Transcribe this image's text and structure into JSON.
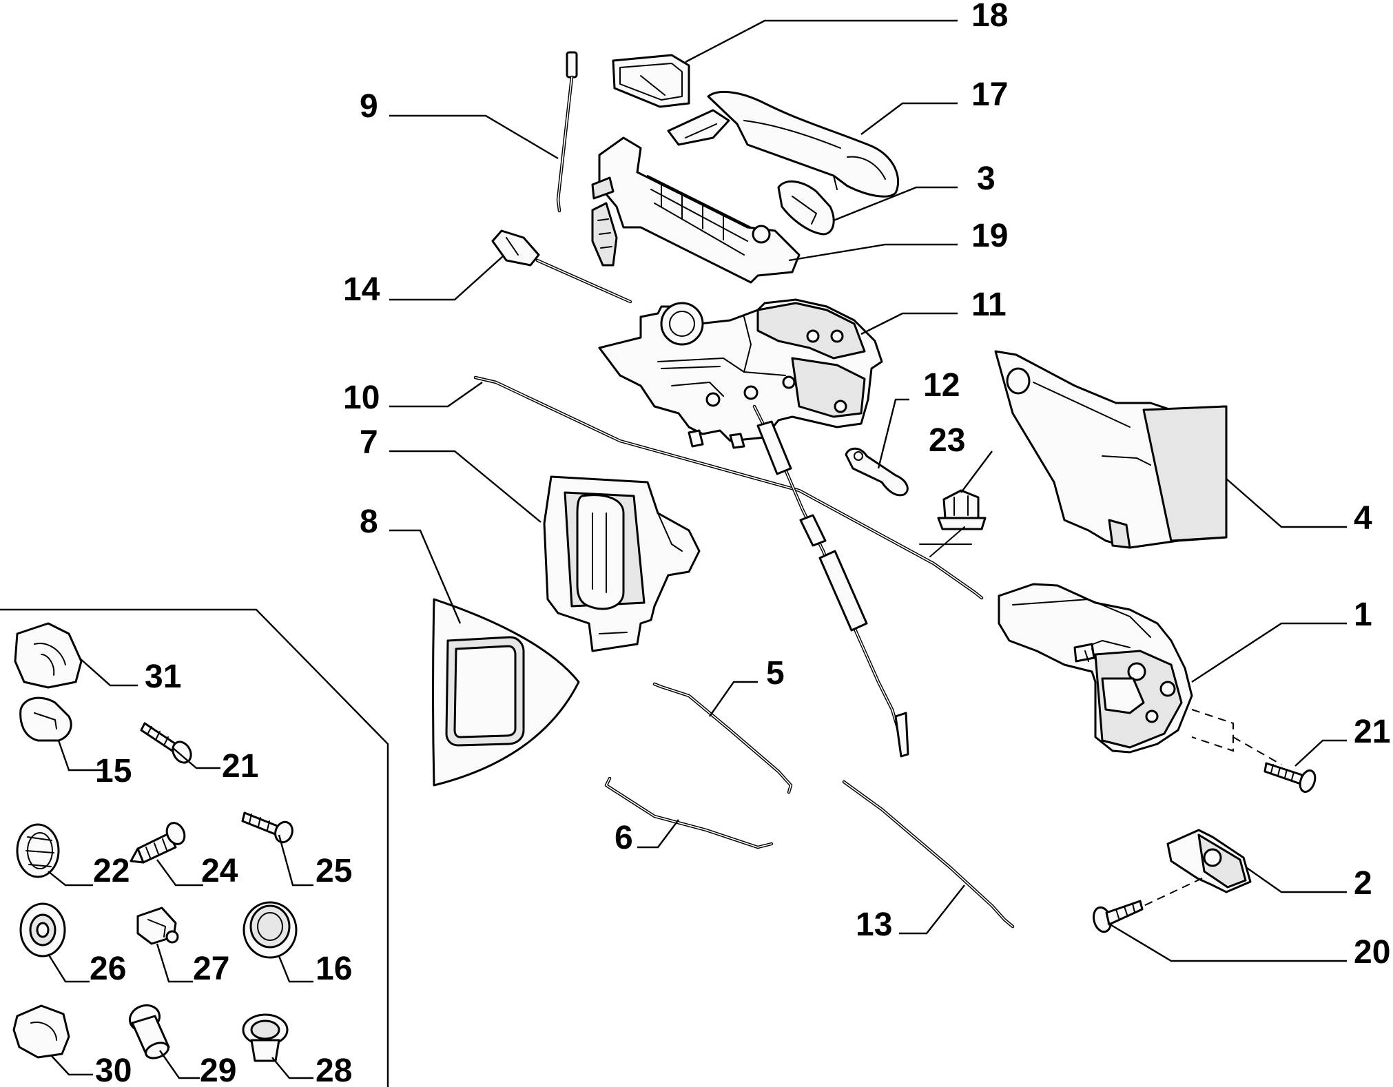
{
  "callouts": {
    "c1": "1",
    "c2": "2",
    "c3": "3",
    "c4": "4",
    "c5": "5",
    "c6": "6",
    "c7": "7",
    "c8": "8",
    "c9": "9",
    "c10": "10",
    "c11": "11",
    "c12": "12",
    "c13": "13",
    "c14": "14",
    "c15": "15",
    "c16": "16",
    "c17": "17",
    "c18": "18",
    "c19": "19",
    "c20": "20",
    "c21": "21",
    "c21b": "21",
    "c22": "22",
    "c23": "23",
    "c24": "24",
    "c25": "25",
    "c26": "26",
    "c27": "27",
    "c28": "28",
    "c29": "29",
    "c30": "30",
    "c31": "31"
  }
}
